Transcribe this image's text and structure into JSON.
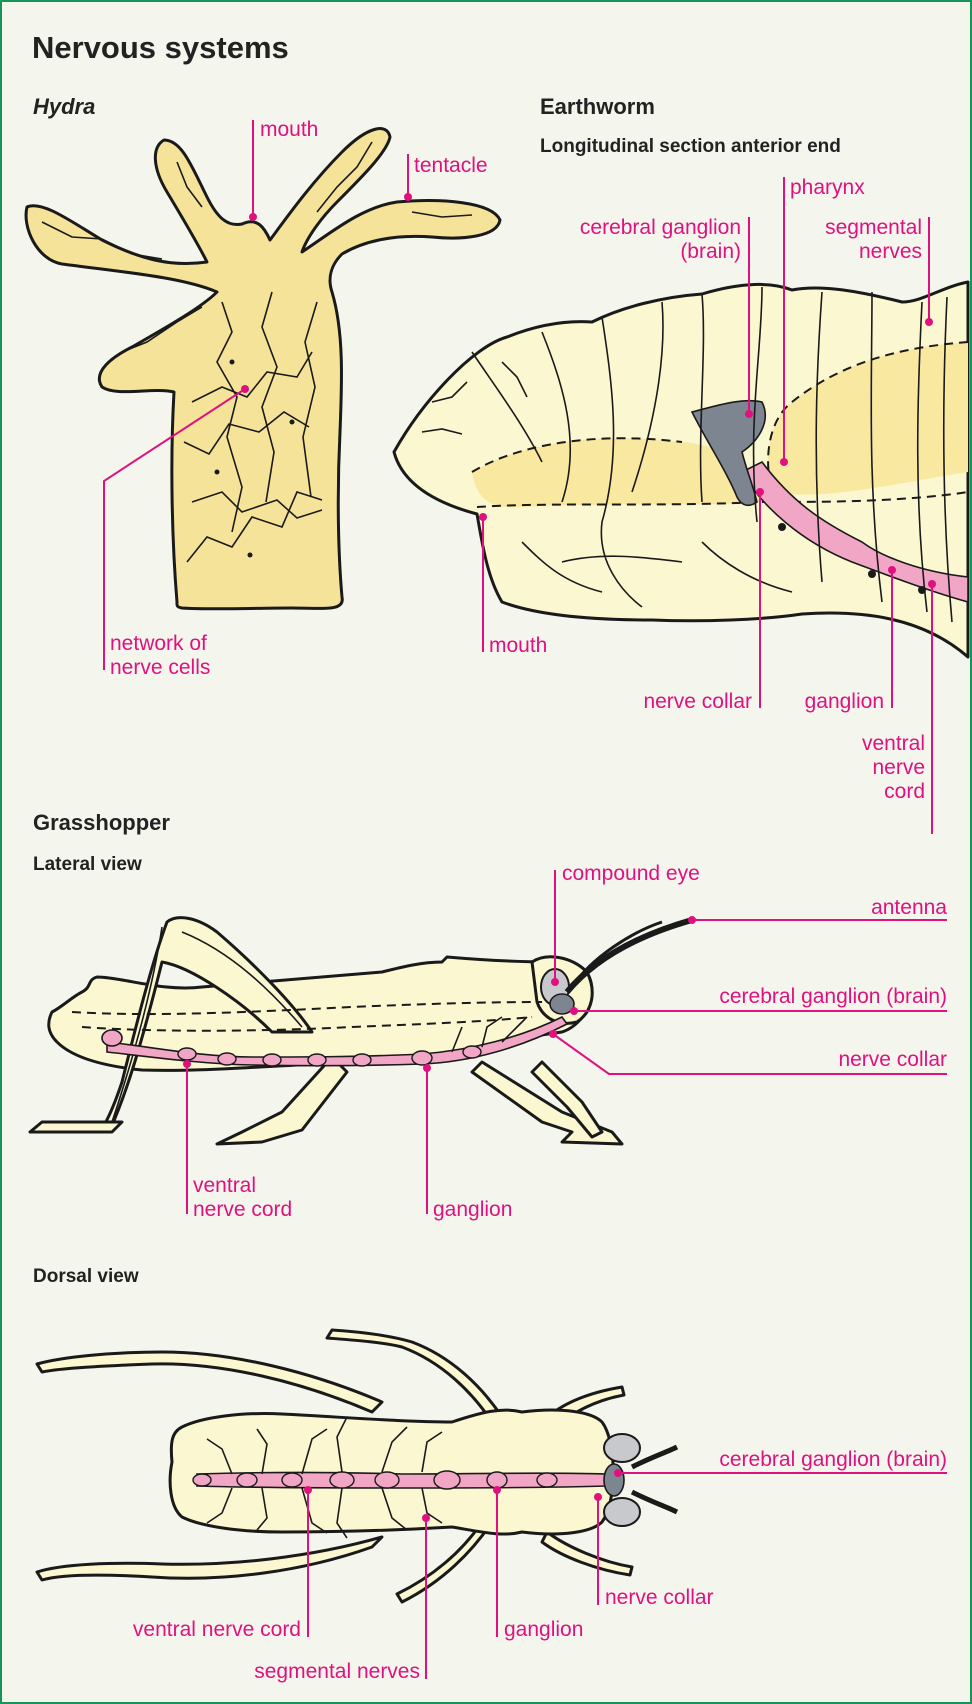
{
  "title": "Nervous systems",
  "hydra": {
    "heading": "Hydra",
    "labels": {
      "mouth": "mouth",
      "tentacle": "tentacle",
      "network_line1": "network of",
      "network_line2": "nerve cells"
    }
  },
  "earthworm": {
    "heading": "Earthworm",
    "subheading": "Longitudinal section anterior end",
    "labels": {
      "pharynx": "pharynx",
      "cerebral_line1": "cerebral ganglion",
      "cerebral_line2": "(brain)",
      "segmental_line1": "segmental",
      "segmental_line2": "nerves",
      "mouth": "mouth",
      "nerve_collar": "nerve collar",
      "ganglion": "ganglion",
      "ventral_line1": "ventral",
      "ventral_line2": "nerve",
      "ventral_line3": "cord"
    }
  },
  "grasshopper": {
    "heading": "Grasshopper",
    "lateral": {
      "heading": "Lateral view",
      "labels": {
        "compound_eye": "compound eye",
        "antenna": "antenna",
        "cerebral": "cerebral ganglion (brain)",
        "nerve_collar": "nerve collar",
        "ventral_line1": "ventral",
        "ventral_line2": "nerve cord",
        "ganglion": "ganglion"
      }
    },
    "dorsal": {
      "heading": "Dorsal view",
      "labels": {
        "cerebral": "cerebral ganglion (brain)",
        "nerve_collar": "nerve collar",
        "ventral": "ventral nerve cord",
        "ganglion": "ganglion",
        "segmental": "segmental nerves"
      }
    }
  },
  "colors": {
    "label": "#e0117f",
    "border": "#17945a",
    "background": "#f4f6ee",
    "cord": "#f2a6c6",
    "brain": "#7d8590"
  }
}
